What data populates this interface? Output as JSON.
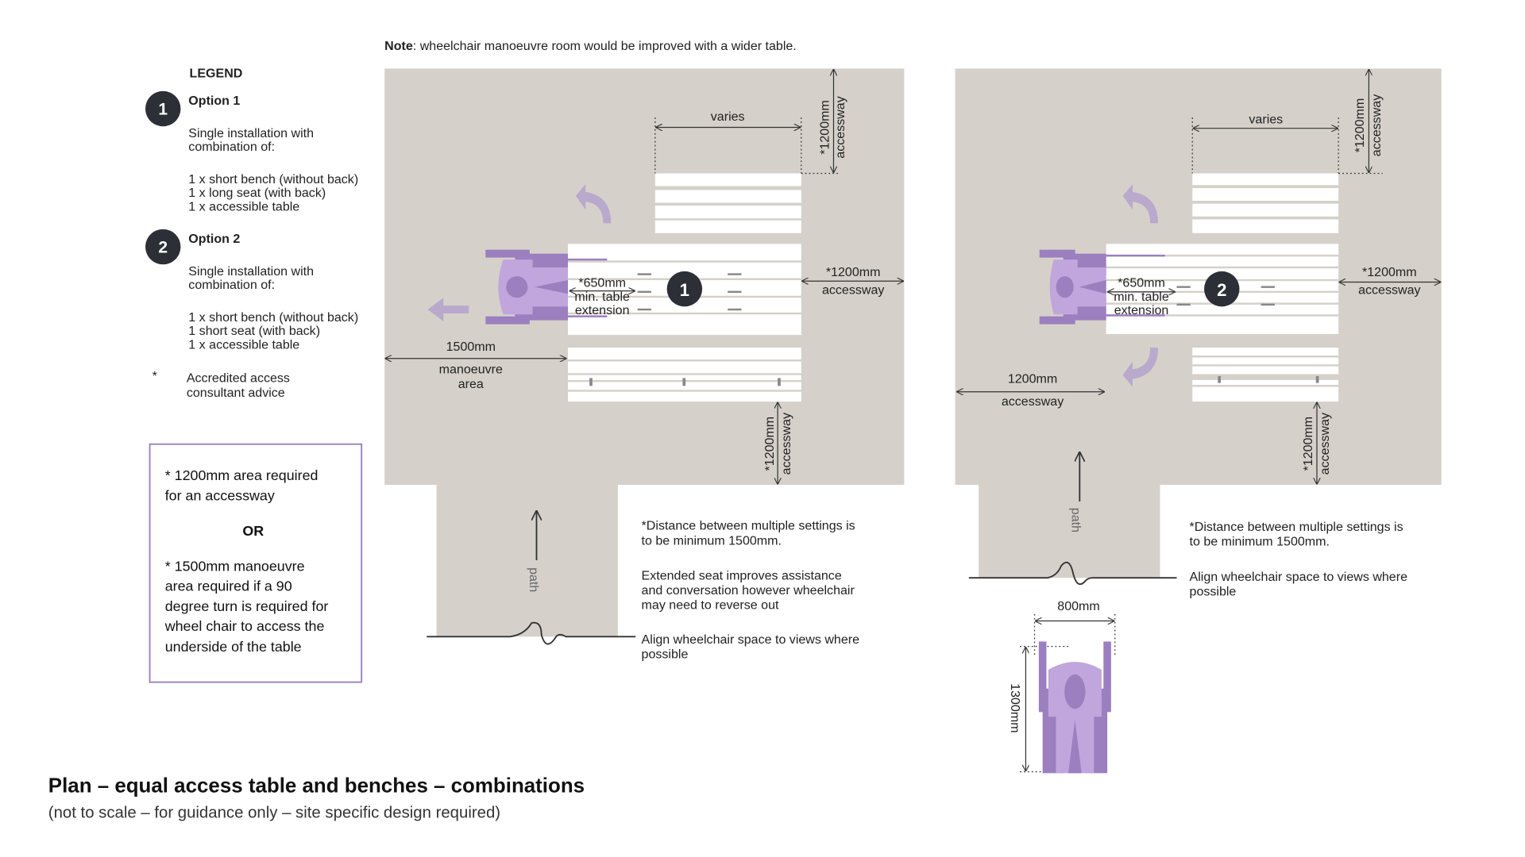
{
  "note": {
    "label": "Note",
    "text": ": wheelchair manoeuvre room would be improved with a wider table."
  },
  "legend": {
    "title": "LEGEND",
    "options": [
      {
        "badge": "1",
        "title": "Option 1",
        "desc": [
          "Single installation with",
          "combination of:"
        ],
        "items": [
          "1 x short bench (without back)",
          "1 x long seat (with back)",
          "1 x accessible table"
        ]
      },
      {
        "badge": "2",
        "title": "Option 2",
        "desc": [
          "Single installation with",
          "combination of:"
        ],
        "items": [
          "1 x short bench (without back)",
          "1 short seat (with back)",
          "1 x accessible table"
        ]
      }
    ],
    "asterisk": "*",
    "asterisk_text": [
      "Accredited access",
      "consultant advice"
    ]
  },
  "callout": {
    "a": [
      "* 1200mm area required",
      "for an accessway"
    ],
    "or": "OR",
    "b": [
      "* 1500mm manoeuvre",
      "area required if a 90",
      "degree turn is required for",
      "wheel chair to access the",
      "underside of the table"
    ]
  },
  "plan1": {
    "badge": "1",
    "varies": "varies",
    "top_access": [
      "*1200mm",
      "accessway"
    ],
    "right_access": [
      "*1200mm",
      "accessway"
    ],
    "bottom_access": [
      "*1200mm",
      "accessway"
    ],
    "table_ext": [
      "*650mm",
      "min. table",
      "extension"
    ],
    "manoeuvre": [
      "1500mm",
      "manoeuvre",
      "area"
    ],
    "path": "path",
    "notes": [
      [
        "*Distance between multiple settings is",
        "to be minimum 1500mm."
      ],
      [
        "Extended seat improves assistance",
        "and conversation however wheelchair",
        "may need to reverse out"
      ],
      [
        "Align wheelchair space to views where",
        "possible"
      ]
    ]
  },
  "plan2": {
    "badge": "2",
    "varies": "varies",
    "top_access": [
      "*1200mm",
      "accessway"
    ],
    "right_access": [
      "*1200mm",
      "accessway"
    ],
    "bottom_access": [
      "*1200mm",
      "accessway"
    ],
    "left_access": [
      "1200mm",
      "accessway"
    ],
    "table_ext": [
      "*650mm",
      "min. table",
      "extension"
    ],
    "path": "path",
    "notes": [
      [
        "*Distance between multiple settings is",
        "to be minimum 1500mm."
      ],
      [
        "Align wheelchair space to views where",
        "possible"
      ]
    ],
    "width": "800mm",
    "length": "1300mm"
  },
  "title": "Plan – equal access table and benches – combinations",
  "subtitle": "(not to scale – for guidance only – site specific design required)",
  "colors": {
    "ground": "#d5d1ca",
    "purple": "#9b7fbf",
    "light_purple": "#c0a6dc",
    "badge": "#2c2f36",
    "callout_border": "#9b7fbf"
  }
}
